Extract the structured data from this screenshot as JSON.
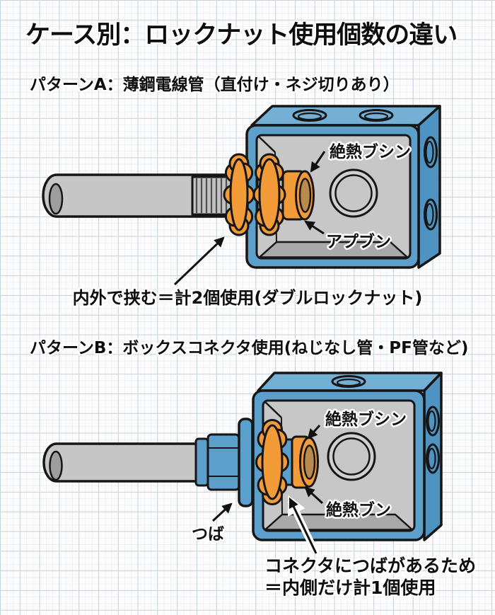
{
  "title": "ケース別：ロックナット使用個数の違い",
  "pattern_a": {
    "heading": "パターンA：薄鋼電線管（直付け・ネジ切りあり）",
    "label_bushing": "絶熱ブシン",
    "label_locknut": "アプブン",
    "caption": "内外で挟む＝計2個使用(ダブルロックナット)"
  },
  "pattern_b": {
    "heading": "パターンB：ボックスコネクタ使用(ねじなし管・PF管など)",
    "label_bushing": "絶熱ブシン",
    "label_locknut": "絶熱ブン",
    "label_flange": "つば",
    "caption_line1": "コネクタにつばがあるため",
    "caption_line2": "＝内側だけ計1個使用"
  },
  "colors": {
    "box_blue_front": "#5C9FCB",
    "box_blue_top": "#74AFD6",
    "box_blue_side": "#4E93C2",
    "locknut_orange": "#F29B38",
    "bushing_hole_tan": "#B98A50",
    "pipe_gray": "#C6C6C6",
    "interior_gray": "#C7C7C7",
    "outline": "#161616"
  }
}
